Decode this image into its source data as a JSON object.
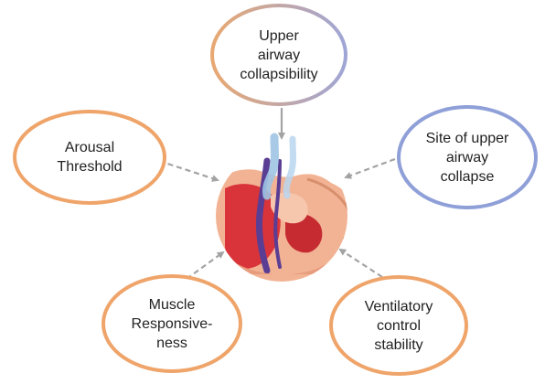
{
  "nodes": {
    "upper_airway_collapsibility": {
      "lines": [
        "Upper",
        "airway",
        "collapsibility"
      ],
      "border_color": "#a99bc2",
      "gradient": [
        "#e8a872",
        "#9fa6d6"
      ]
    },
    "arousal_threshold": {
      "lines": [
        "Arousal",
        "Threshold"
      ],
      "border_color": "#efa46a"
    },
    "site_of_upper_airway_collapse": {
      "lines": [
        "Site of upper",
        "airway",
        "collapse"
      ],
      "border_color": "#8f9fd8"
    },
    "muscle_responsiveness": {
      "lines": [
        "Muscle",
        "Responsive-",
        "ness"
      ],
      "border_color": "#efa46a"
    },
    "ventilatory_control_stability": {
      "lines": [
        "Ventilatory",
        "control",
        "stability"
      ],
      "border_color": "#efa46a"
    }
  },
  "center_illustration": {
    "icon": "head-airway-cross-section-icon",
    "colors": {
      "skin": "#f2b394",
      "tissue": "#d9343a",
      "airway": "#5a3e94",
      "airflow": "#9fc4e4"
    }
  },
  "arrow_color": "#a3a3a3"
}
